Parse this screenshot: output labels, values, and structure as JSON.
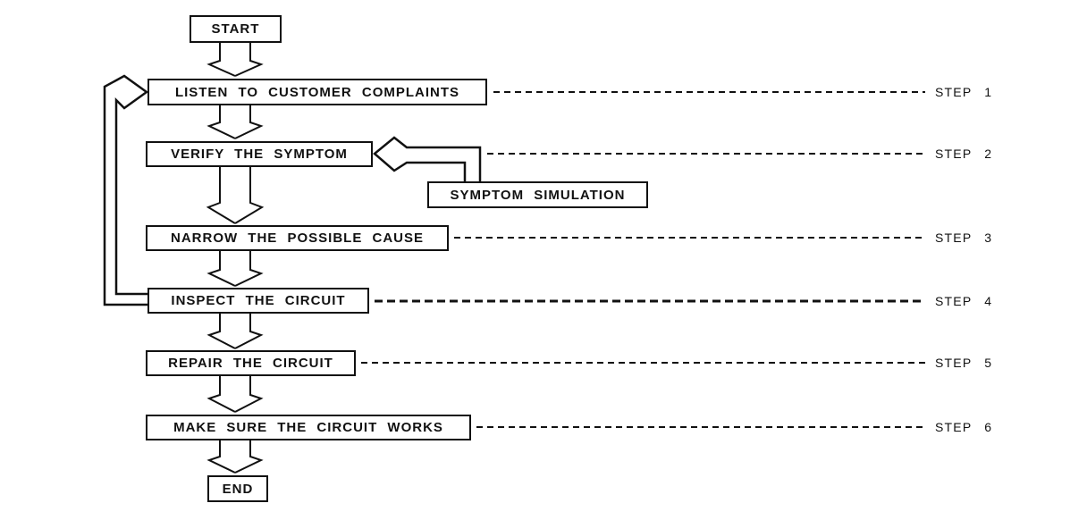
{
  "flowchart": {
    "start_label": "START",
    "end_label": "END",
    "side_box_label": "SYMPTOM SIMULATION",
    "steps": [
      {
        "box": "LISTEN TO CUSTOMER COMPLAINTS",
        "ref": "STEP 1"
      },
      {
        "box": "VERIFY THE SYMPTOM",
        "ref": "STEP 2"
      },
      {
        "box": "NARROW THE POSSIBLE CAUSE",
        "ref": "STEP 3"
      },
      {
        "box": "INSPECT THE CIRCUIT",
        "ref": "STEP 4"
      },
      {
        "box": "REPAIR THE CIRCUIT",
        "ref": "STEP 5"
      },
      {
        "box": "MAKE SURE THE CIRCUIT WORKS",
        "ref": "STEP 6"
      }
    ],
    "colors": {
      "line": "#111111",
      "background": "#ffffff",
      "box_fill": "#ffffff"
    }
  }
}
